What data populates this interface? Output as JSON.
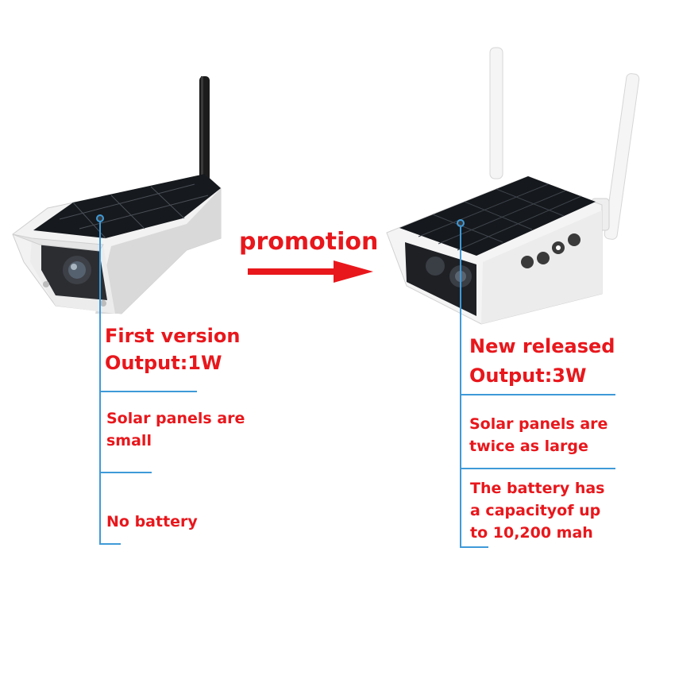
{
  "header": {
    "promotion_label": "promotion"
  },
  "left_product": {
    "image": "solar-camera-first-version",
    "title": "First version",
    "output": "Output:1W",
    "features": [
      "Solar panels are\nsmall",
      "No battery"
    ]
  },
  "right_product": {
    "image": "solar-camera-new-release",
    "title": "New released",
    "output": "Output:3W",
    "features": [
      "Solar panels are\ntwice as large",
      "The battery has\na capacityof up\nto 10,200 mah"
    ]
  },
  "colors": {
    "text_red": "#e8171c",
    "line_blue": "#3f9ad8",
    "arrow_red": "#e8171c"
  }
}
